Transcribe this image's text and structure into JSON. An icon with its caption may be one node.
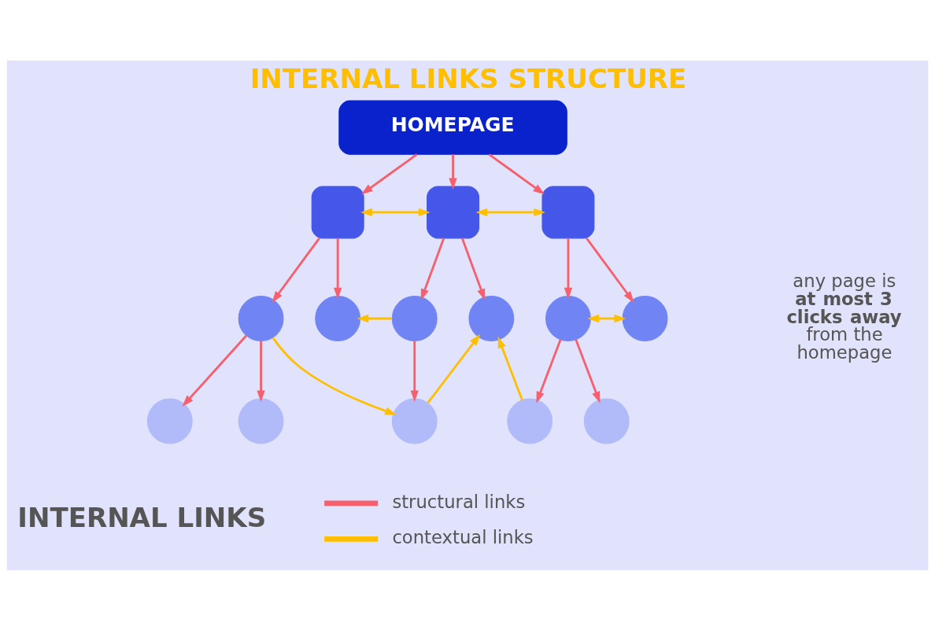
{
  "diagram": {
    "title": "INTERNAL LINKS STRUCTURE",
    "nodes": [
      {
        "text": [
          "HOMEPAGE"
        ]
      },
      {
        "text": [],
        "shape": "box"
      },
      {
        "text": [],
        "shape": "box"
      },
      {
        "text": [],
        "shape": "box"
      },
      {
        "text": [],
        "shape": "circle"
      },
      {
        "text": [],
        "shape": "circle"
      },
      {
        "text": [],
        "shape": "circle"
      },
      {
        "text": [],
        "shape": "circle"
      },
      {
        "text": [],
        "shape": "circle"
      },
      {
        "text": [],
        "shape": "circle"
      },
      {
        "text": [],
        "shape": "circle"
      },
      {
        "text": [],
        "shape": "circle"
      },
      {
        "text": [],
        "shape": "circle"
      },
      {
        "text": [],
        "shape": "circle"
      },
      {
        "text": [],
        "shape": "circle"
      }
    ],
    "edges": [
      {
        "from": 0,
        "to": 1,
        "arrow": "to"
      },
      {
        "from": 0,
        "to": 2,
        "arrow": "to"
      },
      {
        "from": 0,
        "to": 3,
        "arrow": "to"
      },
      {
        "from": 1,
        "to": 2,
        "arrow": "both",
        "color": "#ffbf00"
      },
      {
        "from": 2,
        "to": 3,
        "arrow": "both",
        "color": "#ffbf00"
      },
      {
        "from": 1,
        "to": 4,
        "arrow": "to"
      },
      {
        "from": 1,
        "to": 5,
        "arrow": "to"
      },
      {
        "from": 2,
        "to": 6,
        "arrow": "to"
      },
      {
        "from": 2,
        "to": 7,
        "arrow": "to"
      },
      {
        "from": 3,
        "to": 8,
        "arrow": "to"
      },
      {
        "from": 3,
        "to": 9,
        "arrow": "to"
      },
      {
        "from": 6,
        "to": 5,
        "arrow": "to",
        "color": "#ffbf00"
      },
      {
        "from": 8,
        "to": 9,
        "arrow": "both",
        "color": "#ffbf00"
      },
      {
        "from": 4,
        "to": 10,
        "arrow": "to"
      },
      {
        "from": 4,
        "to": 11,
        "arrow": "to"
      },
      {
        "from": 4,
        "to": 12,
        "arrow": "to",
        "color": "#ffbf00"
      },
      {
        "from": 6,
        "to": 12,
        "arrow": "to"
      },
      {
        "from": 12,
        "to": 7,
        "arrow": "to",
        "color": "#ffbf00"
      },
      {
        "from": 13,
        "to": 7,
        "arrow": "to",
        "color": "#ffbf00"
      },
      {
        "from": 8,
        "to": 13,
        "arrow": "to"
      },
      {
        "from": 8,
        "to": 14,
        "arrow": "to"
      }
    ],
    "labels": [
      "any page is **at most 3 clicks away** from the homepage",
      "INTERNAL LINKS"
    ],
    "legend": [
      {
        "text": "structural links",
        "color": "#f6606e"
      },
      {
        "text": "contextual links",
        "color": "#ffbf00"
      }
    ]
  }
}
